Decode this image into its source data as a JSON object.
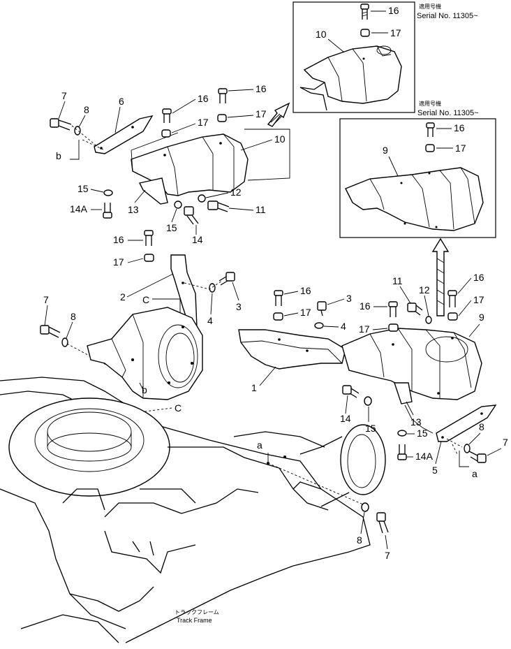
{
  "inset_top": {
    "japanese_label": "適用号機",
    "serial": "Serial No. 11305~",
    "callouts": [
      "16",
      "17",
      "10"
    ]
  },
  "inset_mid": {
    "japanese_label": "適用号機",
    "serial": "Serial No. 11305~",
    "callouts": [
      "16",
      "17",
      "9"
    ]
  },
  "left_group": {
    "callouts": [
      "7",
      "8",
      "6",
      "16",
      "17",
      "16",
      "17",
      "10",
      "b",
      "15",
      "14A",
      "13",
      "12",
      "11",
      "15",
      "14",
      "16",
      "17",
      "2",
      "C",
      "4",
      "3",
      "7",
      "8",
      "b",
      "C"
    ]
  },
  "right_group": {
    "callouts": [
      "16",
      "17",
      "3",
      "4",
      "16",
      "11",
      "12",
      "16",
      "17",
      "17",
      "9",
      "1",
      "14",
      "15",
      "13",
      "15",
      "14A",
      "8",
      "7",
      "5",
      "a",
      "a",
      "8",
      "7"
    ]
  },
  "track_frame": {
    "japanese_label": "トラックフレーム",
    "label": "Track Frame"
  }
}
